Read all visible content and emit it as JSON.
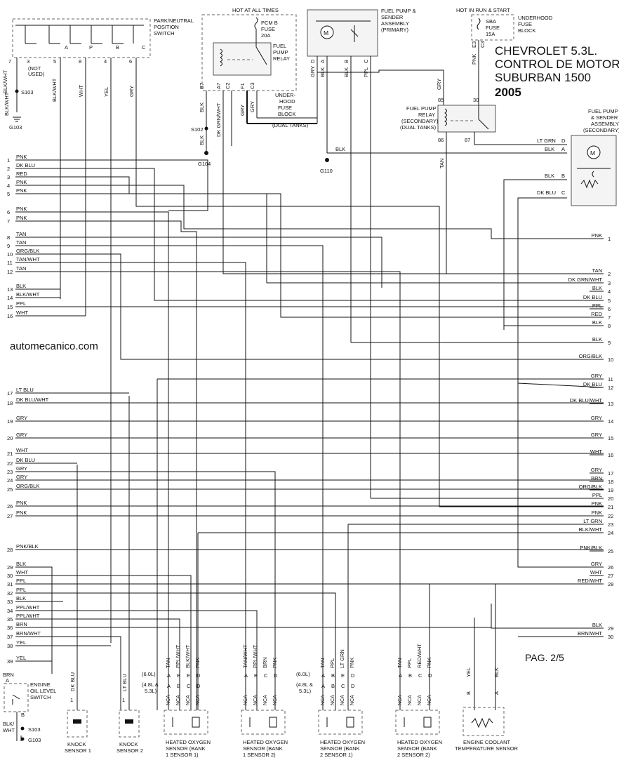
{
  "title": {
    "line1": "CHEVROLET 5.3L.",
    "line2": "CONTROL DE MOTOR",
    "line3": "SUBURBAN 1500",
    "year": "2005"
  },
  "watermark": "automecanico.com",
  "page": "PAG. 2/5",
  "headers": {
    "hot_all_times": "HOT AT ALL TIMES",
    "hot_run_start": "HOT IN RUN & START",
    "dual_tanks": "(DUAL TANKS)",
    "not_used": [
      "(NOT",
      "USED)"
    ]
  },
  "components": {
    "pnp_switch": [
      "PARK/NEUTRAL",
      "POSITION",
      "SWITCH"
    ],
    "pcm_fuse": [
      "PCM B",
      "FUSE",
      "20A"
    ],
    "fuel_pump_relay": [
      "FUEL",
      "PUMP",
      "RELAY"
    ],
    "underhood_fuse_block_left": [
      "UNDER-",
      "HOOD",
      "FUSE",
      "BLOCK"
    ],
    "fuel_pump_primary": [
      "FUEL PUMP &",
      "SENDER",
      "ASSEMBLY",
      "(PRIMARY)"
    ],
    "sba_fuse": [
      "SBA",
      "FUSE",
      "15A"
    ],
    "underhood_fuse_block_right": [
      "UNDERHOOD",
      "FUSE",
      "BLOCK"
    ],
    "fuel_pump_relay_secondary": [
      "FUEL PUMP",
      "RELAY",
      "(SECONDARY)",
      "(DUAL TANKS)"
    ],
    "fuel_pump_secondary": [
      "FUEL PUMP",
      "& SENDER",
      "ASSEMBLY",
      "(SECONDARY)"
    ],
    "oil_level_switch": [
      "ENGINE",
      "OIL LEVEL",
      "SWITCH"
    ],
    "knock1": [
      "KNOCK",
      "SENSOR 1"
    ],
    "knock2": [
      "KNOCK",
      "SENSOR 2"
    ],
    "o2_b1s1": [
      "HEATED OXYGEN",
      "SENSOR (BANK",
      "1 SENSOR 1)"
    ],
    "o2_b1s2": [
      "HEATED OXYGEN",
      "SENSOR (BANK",
      "1 SENSOR 2)"
    ],
    "o2_b2s1": [
      "HEATED OXYGEN",
      "SENSOR (BANK",
      "2 SENSOR 1)"
    ],
    "o2_b2s2": [
      "HEATED OXYGEN",
      "SENSOR (BANK",
      "2 SENSOR 2)"
    ],
    "ect": [
      "ENGINE COOLANT",
      "TEMPERATURE SENSOR"
    ]
  },
  "engine_notes": {
    "six": "(6.0L)",
    "four": "(4.8L &",
    "five": "5.3L)"
  },
  "grounds": [
    "G103",
    "G104",
    "G110",
    "G103"
  ],
  "splices": [
    "S103",
    "S102",
    "S103"
  ],
  "pnp_pins": [
    "7",
    "3",
    "5",
    "8",
    "4",
    "6"
  ],
  "pnp_letters": [
    "A",
    "P",
    "B",
    "C"
  ],
  "pnp_wires": [
    "BLK/WHT",
    "BLK/WHT",
    "WHT",
    "YEL",
    "GRY"
  ],
  "top_wires": {
    "blk_b7": "BLK",
    "pin_b7": "B7",
    "dkgrn_a7": "DK GRN/WHT",
    "pin_a7": "A7",
    "pin_c2": "C2",
    "gry_f1": "GRY",
    "pin_f1": "F1",
    "gry_c3": "GRY",
    "pin_c3": "C3",
    "blk_s102": "BLK",
    "gry_d": "GRY",
    "pin_d": "D",
    "blk_a": "BLK",
    "pin_a": "A",
    "blk_b": "BLK",
    "pin_b": "B",
    "ppl_c": "PPL",
    "pin_c": "C",
    "pnk_e3": "PNK",
    "pin_e3": "E3",
    "pin_c3r": "C3",
    "gry_85": "GRY",
    "pin_85": "85",
    "pin_30": "30",
    "pin_86": "86",
    "pin_87": "87",
    "tan_86": "TAN",
    "blk_g110": "BLK",
    "ltgrn_d": "LT GRN",
    "pin_ld": "D",
    "blk_a2": "BLK",
    "pin_la": "A",
    "blk_b2": "BLK",
    "pin_lb": "B",
    "dkblu_c": "DK BLU",
    "pin_lc": "C"
  },
  "left_connector": [
    {
      "pin": "1",
      "wire": "PNK"
    },
    {
      "pin": "2",
      "wire": "DK BLU"
    },
    {
      "pin": "3",
      "wire": "RED"
    },
    {
      "pin": "4",
      "wire": "PNK"
    },
    {
      "pin": "5",
      "wire": "PNK"
    },
    {
      "pin": "6",
      "wire": "PNK"
    },
    {
      "pin": "7",
      "wire": "PNK"
    },
    {
      "pin": "8",
      "wire": "TAN"
    },
    {
      "pin": "9",
      "wire": "TAN"
    },
    {
      "pin": "10",
      "wire": "ORG/BLK"
    },
    {
      "pin": "11",
      "wire": "TAN/WHT"
    },
    {
      "pin": "12",
      "wire": "TAN"
    },
    {
      "pin": "13",
      "wire": "BLK"
    },
    {
      "pin": "14",
      "wire": "BLK/WHT"
    },
    {
      "pin": "15",
      "wire": "PPL"
    },
    {
      "pin": "16",
      "wire": "WHT"
    },
    {
      "pin": "17",
      "wire": "LT BLU"
    },
    {
      "pin": "18",
      "wire": "DK BLU/WHT"
    },
    {
      "pin": "19",
      "wire": "GRY"
    },
    {
      "pin": "20",
      "wire": "GRY"
    },
    {
      "pin": "21",
      "wire": "WHT"
    },
    {
      "pin": "22",
      "wire": "DK BLU"
    },
    {
      "pin": "23",
      "wire": "GRY"
    },
    {
      "pin": "24",
      "wire": "GRY"
    },
    {
      "pin": "25",
      "wire": "ORG/BLK"
    },
    {
      "pin": "26",
      "wire": "PNK"
    },
    {
      "pin": "27",
      "wire": "PNK"
    },
    {
      "pin": "28",
      "wire": "PNK/BLK"
    },
    {
      "pin": "29",
      "wire": "BLK"
    },
    {
      "pin": "30",
      "wire": "WHT"
    },
    {
      "pin": "31",
      "wire": "PPL"
    },
    {
      "pin": "32",
      "wire": "PPL"
    },
    {
      "pin": "33",
      "wire": "BLK"
    },
    {
      "pin": "34",
      "wire": "PPL/WHT"
    },
    {
      "pin": "35",
      "wire": "PPL/WHT"
    },
    {
      "pin": "36",
      "wire": "BRN"
    },
    {
      "pin": "37",
      "wire": "BRN/WHT"
    },
    {
      "pin": "38",
      "wire": "YEL"
    },
    {
      "pin": "39",
      "wire": "YEL"
    }
  ],
  "right_connector": [
    {
      "pin": "1",
      "wire": "PNK"
    },
    {
      "pin": "2",
      "wire": "TAN"
    },
    {
      "pin": "3",
      "wire": "DK GRN/WHT"
    },
    {
      "pin": "4",
      "wire": "BLK"
    },
    {
      "pin": "5",
      "wire": "DK BLU"
    },
    {
      "pin": "6",
      "wire": "PPL"
    },
    {
      "pin": "7",
      "wire": "RED"
    },
    {
      "pin": "8",
      "wire": "BLK"
    },
    {
      "pin": "9",
      "wire": "BLK"
    },
    {
      "pin": "10",
      "wire": "ORG/BLK"
    },
    {
      "pin": "11",
      "wire": "GRY"
    },
    {
      "pin": "12",
      "wire": "DK BLU"
    },
    {
      "pin": "13",
      "wire": "DK BLU/WHT"
    },
    {
      "pin": "14",
      "wire": "GRY"
    },
    {
      "pin": "15",
      "wire": "GRY"
    },
    {
      "pin": "16",
      "wire": "WHT"
    },
    {
      "pin": "17",
      "wire": "GRY"
    },
    {
      "pin": "18",
      "wire": "BRN"
    },
    {
      "pin": "19",
      "wire": "ORG/BLK"
    },
    {
      "pin": "20",
      "wire": "PPL"
    },
    {
      "pin": "21",
      "wire": "PNK"
    },
    {
      "pin": "22",
      "wire": "PNK"
    },
    {
      "pin": "23",
      "wire": "LT GRN"
    },
    {
      "pin": "24",
      "wire": "BLK/WHT"
    },
    {
      "pin": "25",
      "wire": "PNK/BLK"
    },
    {
      "pin": "26",
      "wire": "GRY"
    },
    {
      "pin": "27",
      "wire": "WHT"
    },
    {
      "pin": "28",
      "wire": "RED/WHT"
    },
    {
      "pin": "29",
      "wire": "BLK"
    },
    {
      "pin": "30",
      "wire": "BRN/WHT"
    }
  ],
  "bottom": {
    "brn": "BRN",
    "pin_a": "A",
    "pin_b": "B",
    "blkwht": [
      "BLK/",
      "WHT"
    ],
    "knock1_wire": "DK BLU",
    "knock2_wire": "LT BLU",
    "knock_pin": "1",
    "o2_1": [
      "TAN",
      "PPL/WHT",
      "BLK/WHT",
      "PNK"
    ],
    "o2_1_pins": [
      "A",
      "B",
      "E",
      "D"
    ],
    "o2_1_pins2": [
      "A",
      "B",
      "C",
      "D"
    ],
    "o2_2": [
      "TAN/WHT",
      "PPL/WHT",
      "BRN",
      "PNK"
    ],
    "o2_2_pins": [
      "A",
      "B",
      "C",
      "D"
    ],
    "o2_3": [
      "TAN",
      "PPL",
      "LT GRN",
      "PNK"
    ],
    "o2_3_pins": [
      "A",
      "B",
      "E",
      "D"
    ],
    "o2_3_pins2": [
      "A",
      "B",
      "C",
      "D"
    ],
    "o2_4": [
      "TAN",
      "PPL",
      "RED/WHT",
      "PNK"
    ],
    "o2_4_pins": [
      "A",
      "B",
      "C",
      "D"
    ],
    "nca": "NCA",
    "ect_wires": [
      "YEL",
      "BLK"
    ],
    "ect_pins": [
      "B",
      "A"
    ]
  }
}
